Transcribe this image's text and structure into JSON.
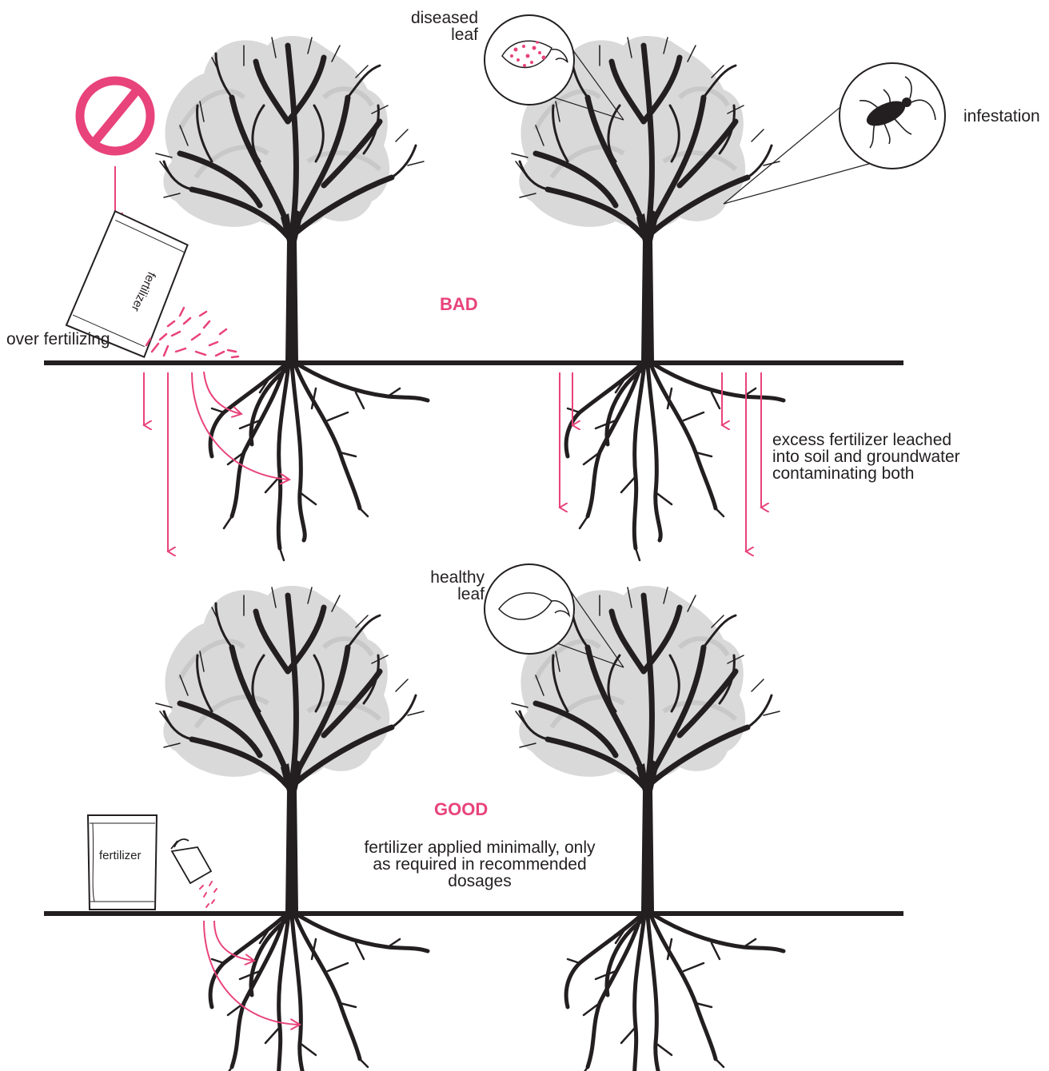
{
  "colors": {
    "accent": "#e8437a",
    "ink": "#231f20",
    "canopy": "#d9d9d9"
  },
  "bad": {
    "heading": "BAD",
    "over_fertilizing": "over fertilizing",
    "bag_label": "fertilizer",
    "diseased_leaf": "diseased\nleaf",
    "infestation": "infestation",
    "leached_note": "excess fertilizer leached\ninto soil and groundwater\ncontaminating both"
  },
  "good": {
    "heading": "GOOD",
    "bag_label": "fertilizer",
    "healthy_leaf": "healthy\nleaf",
    "minimal_note": "fertilizer applied minimally, only\nas required in recommended\ndosages"
  },
  "icons": [
    "no-sign-icon",
    "fertilizer-bag-icon",
    "scoop-icon",
    "diseased-leaf-icon",
    "healthy-leaf-icon",
    "beetle-icon",
    "tree-icon",
    "roots-icon",
    "arrow-down-icon",
    "curved-arrow-icon"
  ]
}
